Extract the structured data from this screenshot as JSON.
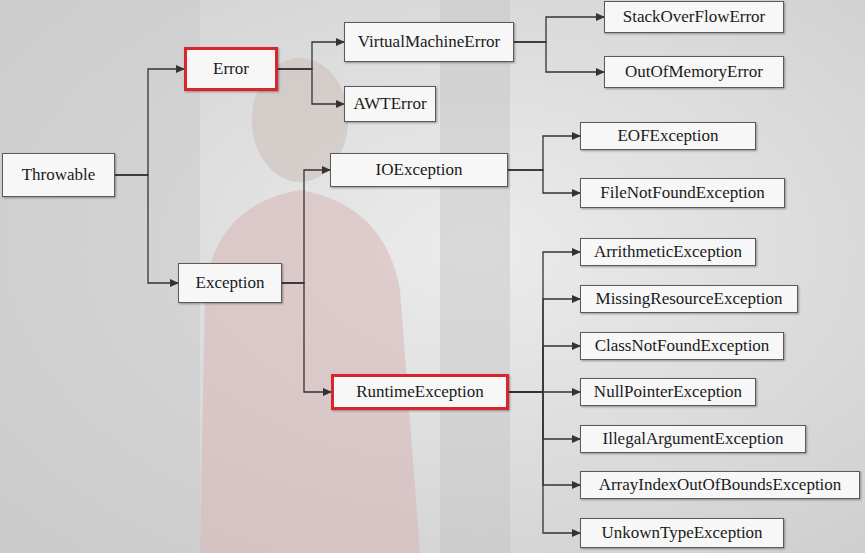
{
  "diagram": {
    "nodes": [
      {
        "text": [
          "Throwable"
        ]
      },
      {
        "text": [
          "Error"
        ]
      },
      {
        "text": [
          "Exception"
        ]
      },
      {
        "text": [
          "VirtualMachineError"
        ]
      },
      {
        "text": [
          "AWTError"
        ]
      },
      {
        "text": [
          "IOException"
        ]
      },
      {
        "text": [
          "RuntimeException"
        ]
      },
      {
        "text": [
          "StackOverFlowError"
        ]
      },
      {
        "text": [
          "OutOfMemoryError"
        ]
      },
      {
        "text": [
          "EOFException"
        ]
      },
      {
        "text": [
          "FileNotFoundException"
        ]
      },
      {
        "text": [
          "ArrithmeticException"
        ]
      },
      {
        "text": [
          "MissingResourceException"
        ]
      },
      {
        "text": [
          "ClassNotFoundException"
        ]
      },
      {
        "text": [
          "NullPointerException"
        ]
      },
      {
        "text": [
          "IllegalArgumentException"
        ]
      },
      {
        "text": [
          "ArrayIndexOutOfBoundsException"
        ]
      },
      {
        "text": [
          "UnkownTypeException"
        ]
      }
    ],
    "edges": [
      {
        "from": 0,
        "to": 1,
        "arrow": "to"
      },
      {
        "from": 0,
        "to": 2,
        "arrow": "to"
      },
      {
        "from": 1,
        "to": 3,
        "arrow": "to"
      },
      {
        "from": 1,
        "to": 4,
        "arrow": "to"
      },
      {
        "from": 2,
        "to": 5,
        "arrow": "to"
      },
      {
        "from": 2,
        "to": 6,
        "arrow": "to"
      },
      {
        "from": 3,
        "to": 7,
        "arrow": "to"
      },
      {
        "from": 3,
        "to": 8,
        "arrow": "to"
      },
      {
        "from": 5,
        "to": 9,
        "arrow": "to"
      },
      {
        "from": 5,
        "to": 10,
        "arrow": "to"
      },
      {
        "from": 6,
        "to": 11,
        "arrow": "to"
      },
      {
        "from": 6,
        "to": 12,
        "arrow": "to"
      },
      {
        "from": 6,
        "to": 13,
        "arrow": "to"
      },
      {
        "from": 6,
        "to": 14,
        "arrow": "to"
      },
      {
        "from": 6,
        "to": 15,
        "arrow": "to"
      },
      {
        "from": 6,
        "to": 16,
        "arrow": "to"
      },
      {
        "from": 6,
        "to": 17,
        "arrow": "to"
      }
    ]
  }
}
